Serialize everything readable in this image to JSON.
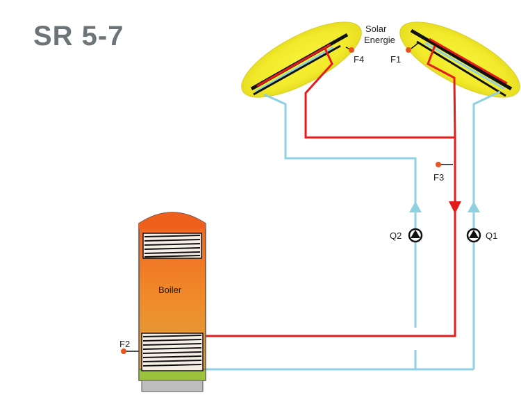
{
  "title": "SR 5-7",
  "labels": {
    "solar_line1": "Solar",
    "solar_line2": "Energie",
    "f1": "F1",
    "f2": "F2",
    "f3": "F3",
    "f4": "F4",
    "q1": "Q1",
    "q2": "Q2",
    "boiler": "Boiler"
  },
  "colors": {
    "hot_pipe": "#e41b1b",
    "cold_pipe": "#8fd0e3",
    "collector_glow": "#f2ec2c",
    "sensor": "#e9531d",
    "boiler_top": "#ef6a23",
    "boiler_bottom": "#e09a3a",
    "boiler_base": "#9cc13a",
    "title": "#6d7478"
  }
}
